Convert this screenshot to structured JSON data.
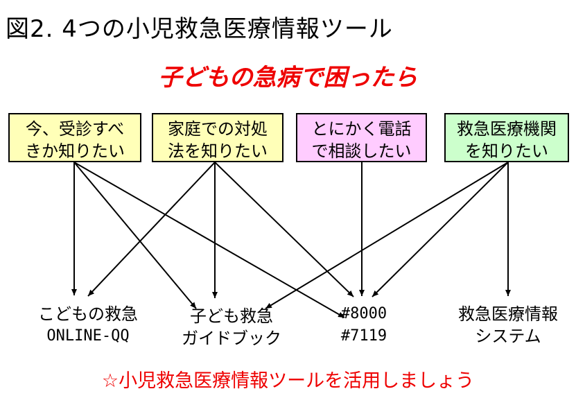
{
  "title": "図2. 4つの小児救急医療情報ツール",
  "subtitle": "子どもの急病で困ったら",
  "needs": [
    {
      "line1": "今、受診すべ",
      "line2": "きか知りたい"
    },
    {
      "line1": "家庭での対処",
      "line2": "法を知りたい"
    },
    {
      "line1": "とにかく電話",
      "line2": "で相談したい"
    },
    {
      "line1": "救急医療機関",
      "line2": "を知りたい"
    }
  ],
  "tools": [
    {
      "line1": "こどもの救急",
      "line2": "ONLINE-QQ"
    },
    {
      "line1": "子ども救急",
      "line2": "ガイドブック"
    },
    {
      "line1": "#8000",
      "line2": "#7119"
    },
    {
      "line1": "救急医療情報",
      "line2": "システム"
    }
  ],
  "footer": "☆小児救急医療情報ツールを活用しましょう",
  "colors": {
    "accent_red": "#ee0000",
    "box_yellow": "#ffffb8",
    "box_pink": "#ffccff",
    "box_green": "#ccffcc"
  }
}
